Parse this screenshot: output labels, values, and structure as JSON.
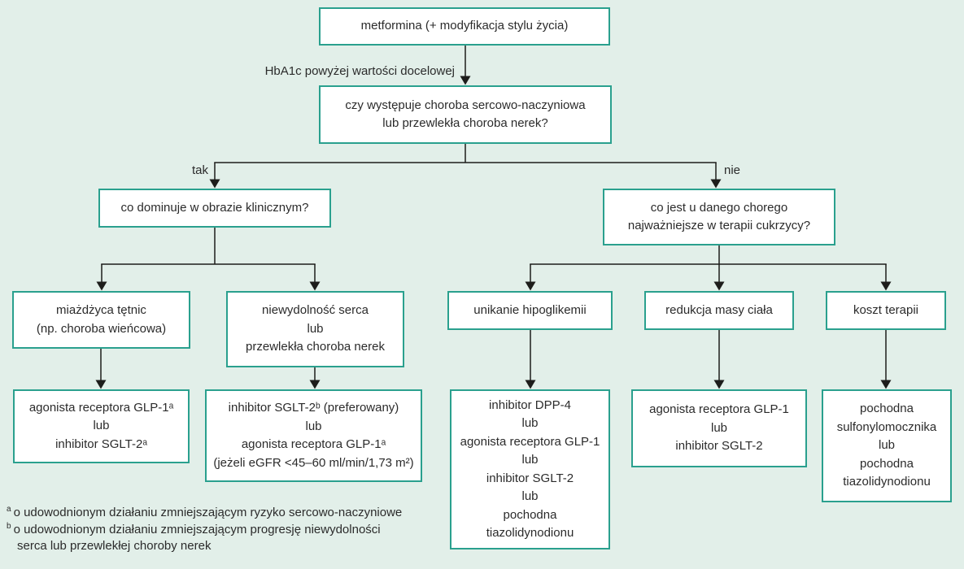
{
  "colors": {
    "background": "#e2efe9",
    "box_border": "#2aa08e",
    "box_fill": "#ffffff",
    "connector": "#1d1d1b",
    "text": "#2b2b2b"
  },
  "labels": {
    "hba1c": "HbA1c powyżej wartości docelowej",
    "yes": "tak",
    "no": "nie"
  },
  "nodes": {
    "metformina": "metformina (+ modyfikacja stylu życia)",
    "question_cvd_ckd": "czy występuje choroba sercowo-naczyniowa\nlub przewlekła choroba nerek?",
    "question_clinical": "co dominuje w obrazie klinicznym?",
    "question_priority": "co jest u danego chorego\nnajważniejsze w terapii cukrzycy?",
    "atherosclerosis": "miażdżyca tętnic\n(np. choroba wieńcowa)",
    "heart_failure_ckd": "niewydolność serca\nlub\nprzewlekła choroba nerek",
    "glp1_or_sglt2_a": "agonista receptora GLP-1ᵃ\nlub\ninhibitor SGLT-2ᵃ",
    "sglt2_preferred": "inhibitor SGLT-2ᵇ (preferowany)\nlub\nagonista receptora GLP-1ᵃ\n(jeżeli eGFR <45–60 ml/min/1,73 m²)",
    "avoid_hypoglycemia": "unikanie hipoglikemii",
    "weight_reduction": "redukcja masy ciała",
    "therapy_cost": "koszt terapii",
    "dpp4_options": "inhibitor DPP-4\nlub\nagonista receptora GLP-1\nlub\ninhibitor SGLT-2\nlub\npochodna\ntiazolidynodionu",
    "glp1_or_sglt2": "agonista receptora GLP-1\nlub\ninhibitor SGLT-2",
    "sulfonylurea_tzd": "pochodna\nsulfonylomocznika\nlub\npochodna\ntiazolidynodionu"
  },
  "footnotes": [
    {
      "sup": "a",
      "text": "o udowodnionym działaniu zmniejszającym ryzyko sercowo-naczyniowe"
    },
    {
      "sup": "b",
      "text": "o udowodnionym działaniu zmniejszającym progresję niewydolności\nserca lub przewlekłej choroby nerek"
    }
  ]
}
